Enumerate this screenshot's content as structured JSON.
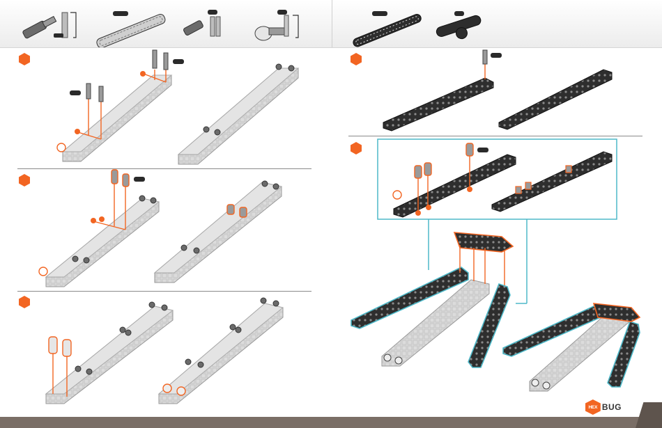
{
  "brand": {
    "hex_text": "HEX",
    "name": "BUG"
  },
  "colors": {
    "accent": "#f26522",
    "highlight": "#4db8c8",
    "beam_dark": "#3a3a3a",
    "plate_light": "#d8d8d8",
    "footer": "#7a6e66"
  },
  "steps": [
    {
      "id": 1,
      "panel": "left",
      "icon": "step-hexagon"
    },
    {
      "id": 2,
      "panel": "left",
      "icon": "step-hexagon"
    },
    {
      "id": 3,
      "panel": "left",
      "icon": "step-hexagon"
    },
    {
      "id": 4,
      "panel": "right",
      "icon": "step-hexagon"
    },
    {
      "id": 5,
      "panel": "right",
      "icon": "step-hexagon"
    }
  ]
}
